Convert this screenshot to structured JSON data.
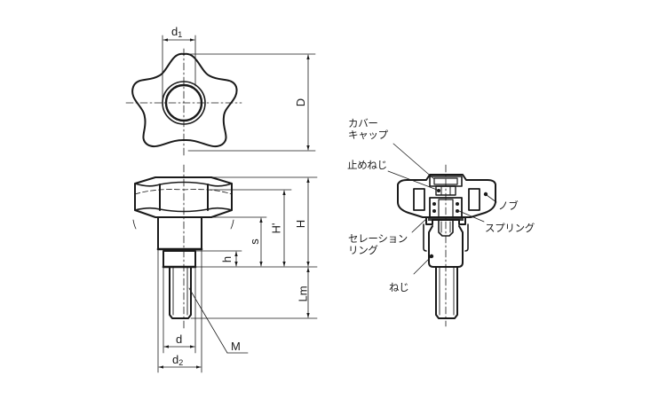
{
  "diagram": {
    "type": "engineering-drawing",
    "subject": "five-lobe knob with serration ring (indexing star knob)",
    "views": {
      "top_view": {
        "dimensions": {
          "d1": "d",
          "d1_sub": "1",
          "D": "D"
        }
      },
      "side_view": {
        "dimensions": {
          "H": "H",
          "H_prime": "H'",
          "s": "s",
          "h": "h",
          "Lm": "Lm",
          "d": "d",
          "d2": "d",
          "d2_sub": "2",
          "M": "M"
        }
      },
      "section_view": {
        "labels": {
          "cover_cap_line1": "カバー",
          "cover_cap_line2": "キャップ",
          "set_screw": "止めねじ",
          "knob": "ノブ",
          "spring": "スプリング",
          "serration_ring_line1": "セレーション",
          "serration_ring_line2": "リング",
          "screw": "ねじ"
        }
      }
    },
    "colors": {
      "line": "#1a1a1a",
      "background": "#ffffff"
    }
  }
}
